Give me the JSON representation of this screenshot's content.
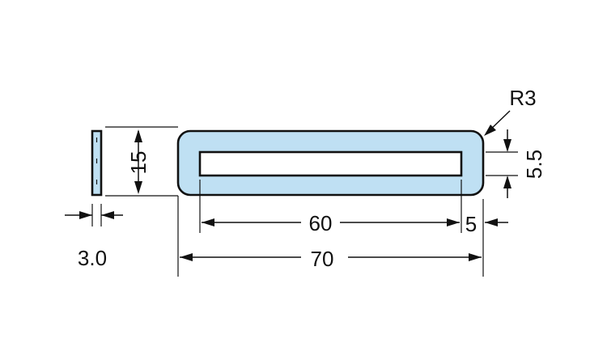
{
  "drawing": {
    "fill_color": "#bfe0f3",
    "line_color": "#111111",
    "dimensions": {
      "height": "15",
      "thickness": "3.0",
      "slot_length": "60",
      "edge_offset": "5",
      "overall_length": "70",
      "slot_height": "5.5",
      "corner_radius": "R3"
    }
  }
}
